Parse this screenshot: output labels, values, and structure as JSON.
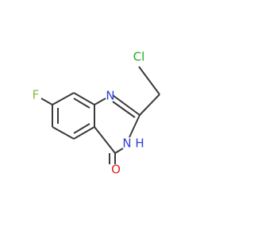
{
  "molecule": {
    "atoms": {
      "cl": {
        "label": "Cl",
        "color": "#22aa22"
      },
      "f": {
        "label": "F",
        "color": "#8fb83a"
      },
      "n1": {
        "label": "N",
        "color": "#2b3fd6"
      },
      "n3": {
        "label": "N",
        "color": "#2b3fd6"
      },
      "n3_h": {
        "label": "H",
        "color": "#2b3fd6"
      },
      "o": {
        "label": "O",
        "color": "#e0241b"
      }
    },
    "bond_color": "#3a3a3a"
  }
}
